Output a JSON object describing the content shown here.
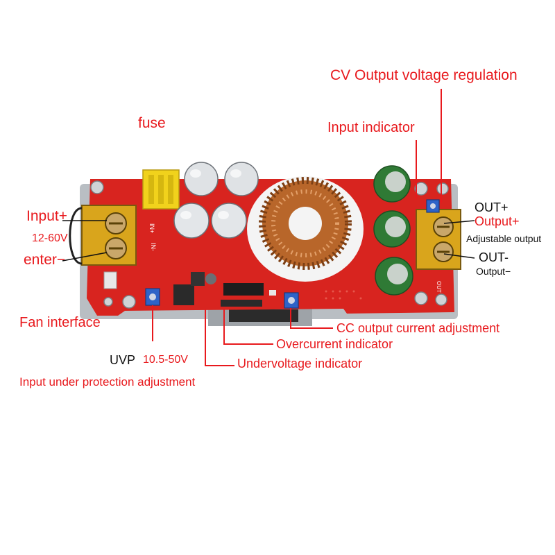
{
  "colors": {
    "label_red": "#e8191d",
    "label_black": "#111111",
    "pcb_red": "#d8241f",
    "heatsink": "#b9bec3",
    "terminal_yellow": "#d9a51c",
    "coil_copper": "#b8662a",
    "cap_green": "#2f7a35"
  },
  "labels": {
    "cv_regulation": "CV Output voltage regulation",
    "input_indicator": "Input indicator",
    "fuse": "fuse",
    "input_plus": "Input+",
    "input_range": "12-60V",
    "enter_minus": "enter−",
    "out_plus": "OUT+",
    "output_plus": "Output+",
    "adjustable_output": "Adjustable output",
    "out_minus": "OUT-",
    "output_minus": "Output−",
    "fan_interface": "Fan interface",
    "uvp": "UVP",
    "uvp_range": "10.5-50V",
    "input_under_protection": "Input under protection adjustment",
    "cc_adjustment": "CC output current adjustment",
    "overcurrent_indicator": "Overcurrent indicator",
    "undervoltage_indicator": "Undervoltage indicator"
  },
  "board": {
    "silk_in_plus": "IN+",
    "silk_in_minus": "IN-",
    "silk_out": "OUT"
  },
  "icons": [
    "screw-icon",
    "capacitor-icon",
    "toroid-coil-icon",
    "potentiometer-icon",
    "fuse-icon"
  ]
}
